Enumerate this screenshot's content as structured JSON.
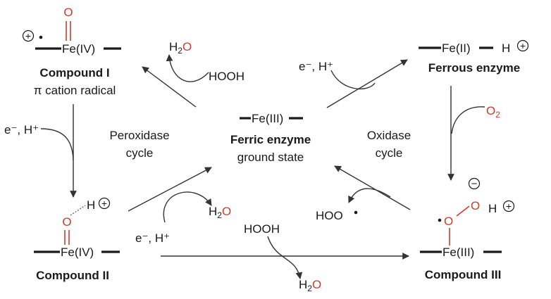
{
  "colors": {
    "text": "#1a1a1a",
    "oxygen": "#d23a2a",
    "arrow": "#333333"
  },
  "center": {
    "iron": "Fe(III)",
    "name": "Ferric enzyme",
    "state": "ground state"
  },
  "compound1": {
    "oxygen": "O",
    "iron": "Fe(IV)",
    "name": "Compound I",
    "desc": "π cation radical",
    "charge": "+"
  },
  "compound2": {
    "hydrogen": "H",
    "charge": "+",
    "oxygen": "O",
    "iron": "Fe(IV)",
    "name": "Compound II"
  },
  "compound3": {
    "oxygen1": "O",
    "oxygen2": "O",
    "charge": "−",
    "hydrogen": "H",
    "hcharge": "+",
    "iron": "Fe(III)",
    "name": "Compound III"
  },
  "ferrous": {
    "iron": "Fe(II)",
    "hydrogen": "H",
    "charge": "+",
    "name": "Ferrous enzyme"
  },
  "cycles": {
    "peroxidase_line1": "Peroxidase",
    "peroxidase_line2": "cycle",
    "oxidase_line1": "Oxidase",
    "oxidase_line2": "cycle"
  },
  "reagents": {
    "h2o_top": {
      "main": "H",
      "sub": "2",
      "end": "O"
    },
    "hooh_top": "HOOH",
    "electron_top": "e⁻, H⁺",
    "o2": {
      "main": "O",
      "sub": "2"
    },
    "electron_left": "e⁻, H⁺",
    "electron_bottom": "e⁻, H⁺",
    "h2o_mid": {
      "main": "H",
      "sub": "2",
      "end": "O"
    },
    "hoo": "HOO",
    "hooh_bottom": "HOOH",
    "h2o_bottom": {
      "main": "H",
      "sub": "2",
      "end": "O"
    }
  }
}
